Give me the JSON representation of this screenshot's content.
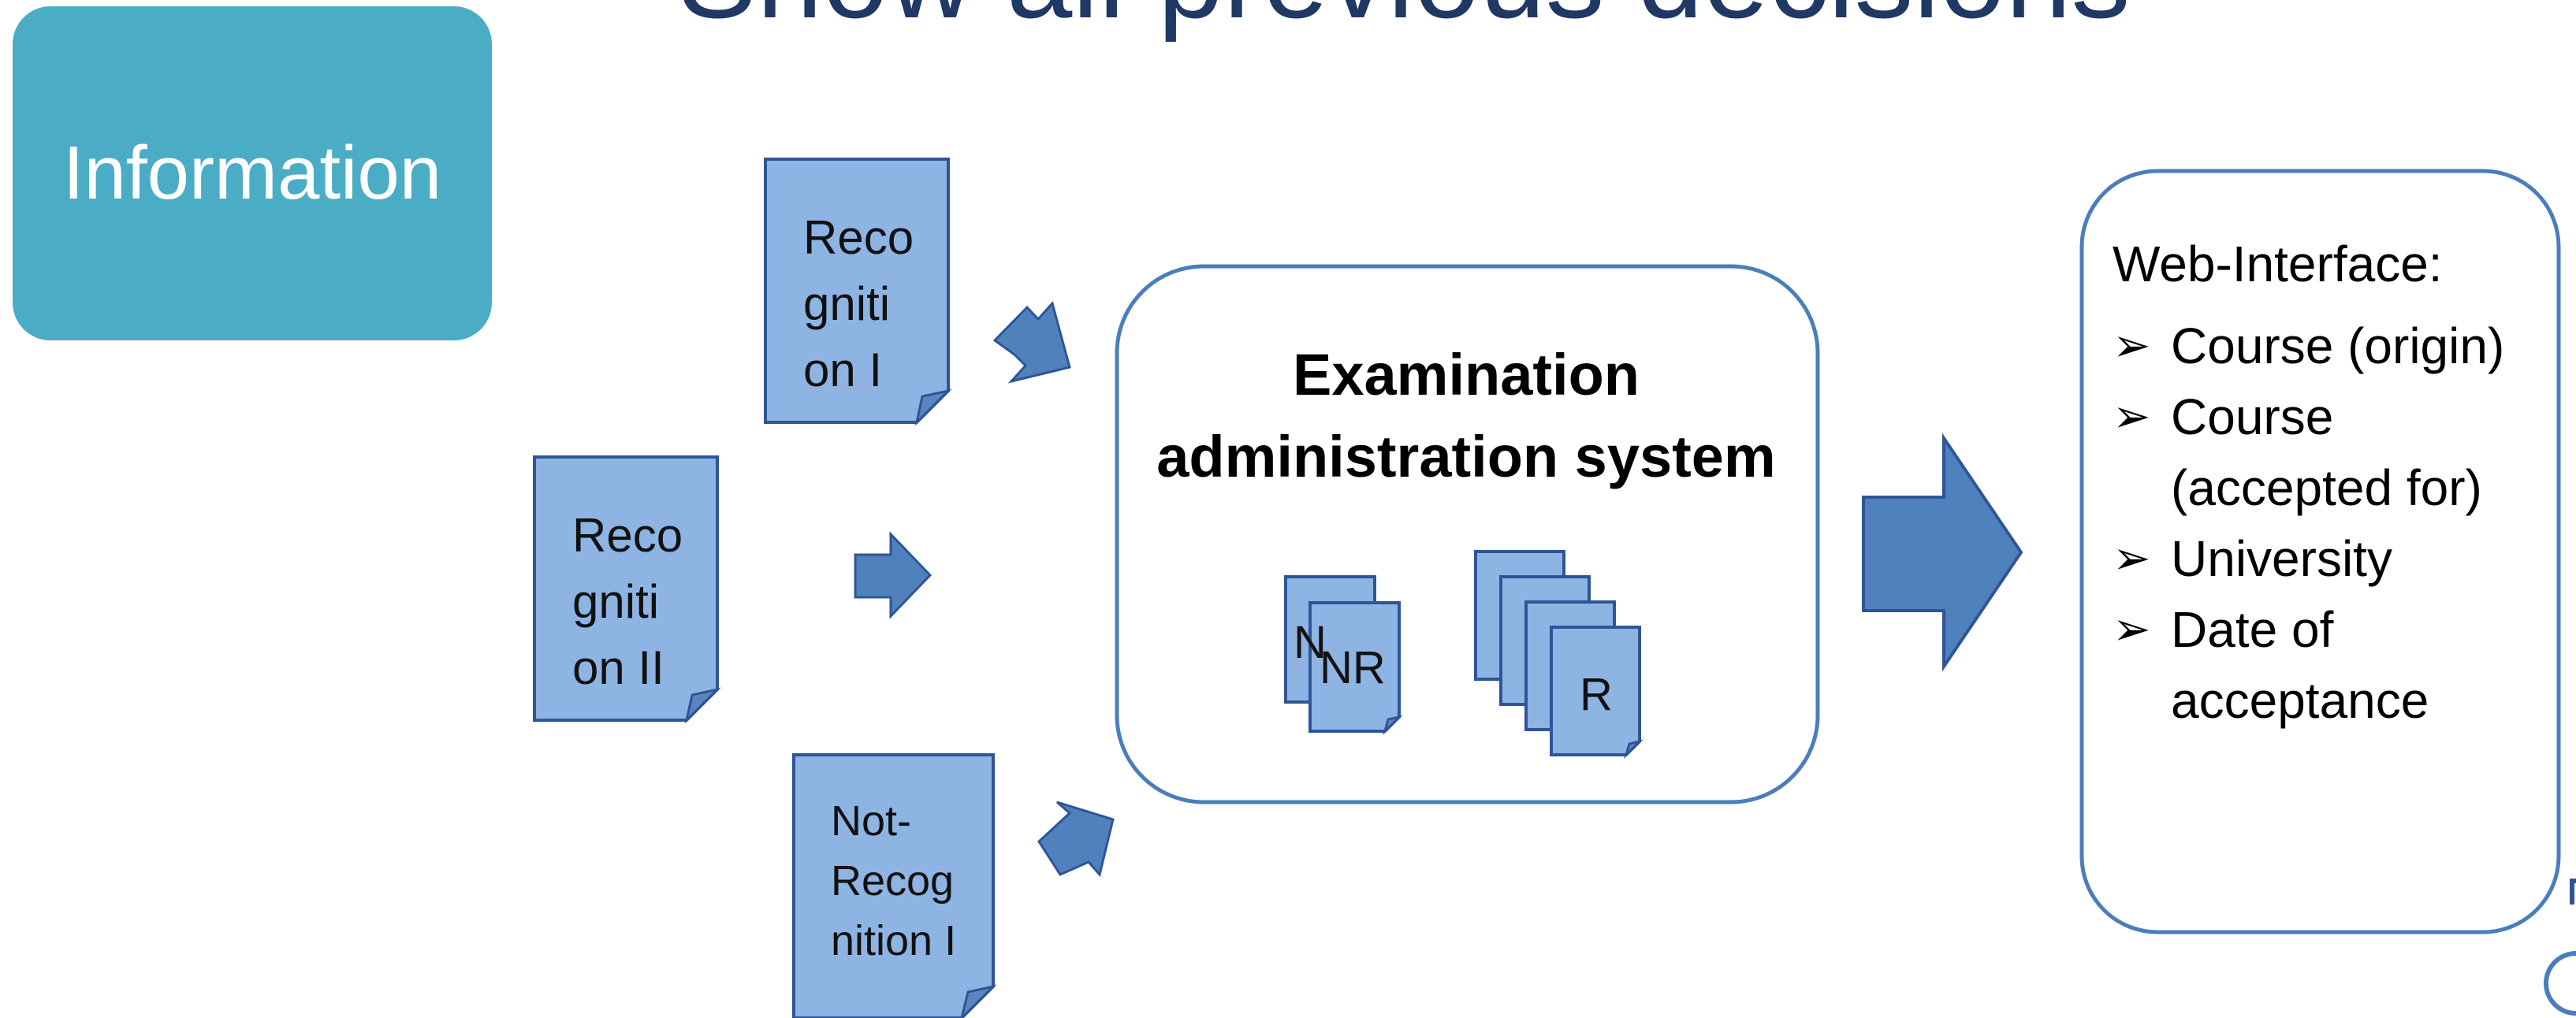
{
  "slide": {
    "title": "Show all previous decisions"
  },
  "info_box": {
    "label": "Information",
    "color": "#4bacc6"
  },
  "documents": {
    "recognition_1": [
      "Reco",
      "gniti",
      "on I"
    ],
    "recognition_2": [
      "Reco",
      "gniti",
      "on II"
    ],
    "not_recognition_1": [
      "Not-",
      "Recog",
      "nition I"
    ]
  },
  "system": {
    "title_lines": [
      "Examination",
      "administration system"
    ],
    "stack_nr_label": "NR",
    "stack_nr_partial": "N",
    "stack_r_label": "R"
  },
  "web_interface": {
    "heading": "Web-Interface:",
    "bullet": "➢",
    "items": [
      [
        "Course (origin)"
      ],
      [
        "Course",
        "(accepted for)"
      ],
      [
        "University"
      ],
      [
        "Date of",
        "acceptance"
      ]
    ]
  },
  "colors": {
    "doc_fill": "#8eb4e3",
    "doc_stroke": "#2f5597",
    "arrow_fill": "#4f81bd",
    "box_stroke": "#4a7ebb",
    "title": "#1f3864"
  }
}
